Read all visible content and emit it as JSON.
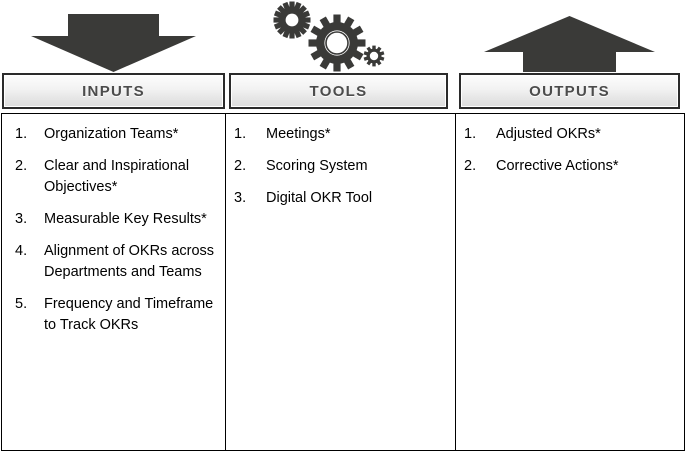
{
  "diagram": {
    "title": "OKR Inputs Tools Outputs diagram",
    "accent_dark": "#3a3a38",
    "header_text_color": "#4c4c4c",
    "border_color": "#000000"
  },
  "columns": [
    {
      "key": "inputs",
      "header": "INPUTS",
      "icon": "down-arrow-icon",
      "items": [
        {
          "num": "1.",
          "text": "Organization Teams*"
        },
        {
          "num": "2.",
          "text": "Clear and Inspirational Objectives*"
        },
        {
          "num": "3.",
          "text": "Measurable Key Results*"
        },
        {
          "num": "4.",
          "text": "Alignment of OKRs across Departments and Teams"
        },
        {
          "num": "5.",
          "text": "Frequency and Timeframe to Track OKRs"
        }
      ]
    },
    {
      "key": "tools",
      "header": "TOOLS",
      "icon": "gears-icon",
      "items": [
        {
          "num": "1.",
          "text": "Meetings*"
        },
        {
          "num": "2.",
          "text": "Scoring System"
        },
        {
          "num": "3.",
          "text": "Digital OKR Tool"
        }
      ]
    },
    {
      "key": "outputs",
      "header": "OUTPUTS",
      "icon": "up-arrow-icon",
      "items": [
        {
          "num": "1.",
          "text": "Adjusted OKRs*"
        },
        {
          "num": "2.",
          "text": "Corrective Actions*"
        }
      ]
    }
  ]
}
